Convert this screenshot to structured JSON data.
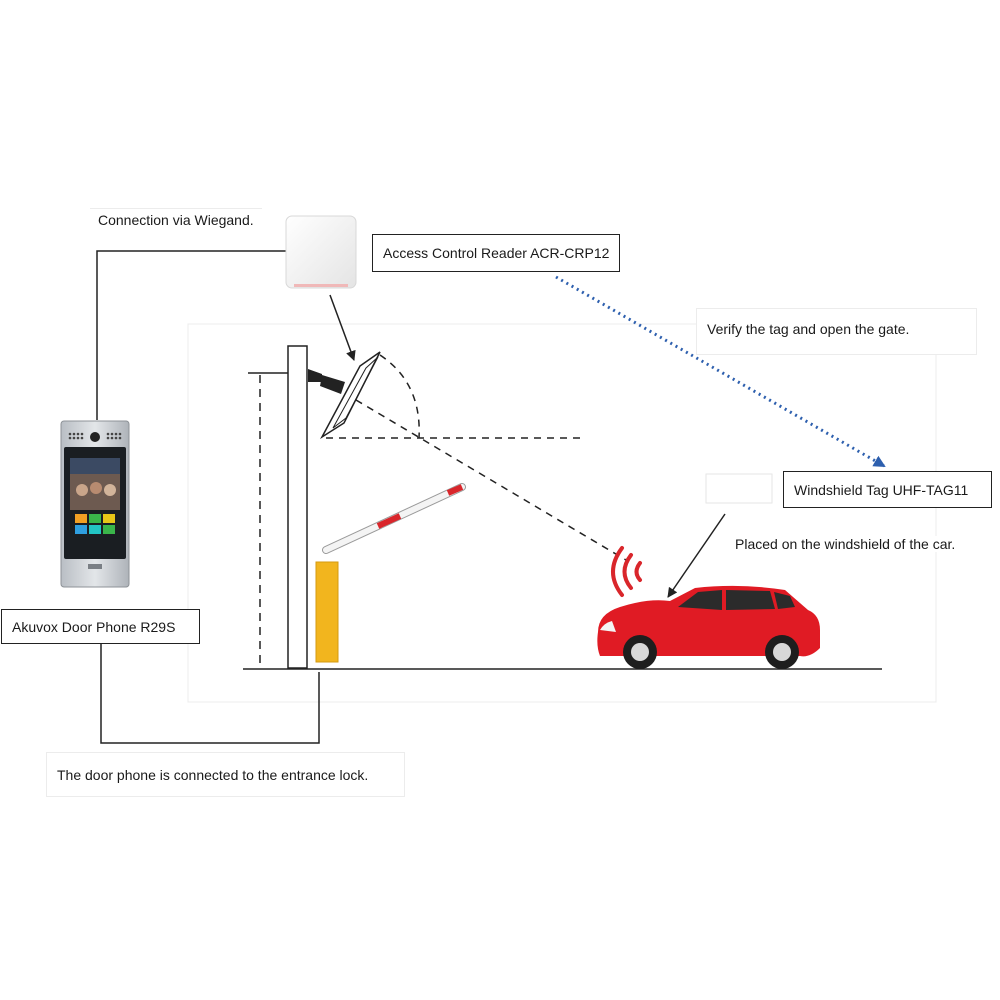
{
  "labels": {
    "wiegand": "Connection via Wiegand.",
    "reader": "Access Control Reader ACR-CRP12",
    "verify": "Verify the tag and open the gate.",
    "tag": "Windshield Tag UHF-TAG11",
    "placed": "Placed on the windshield of the car.",
    "door_phone": "Akuvox Door Phone R29S",
    "connected": "The door phone is connected to the entrance lock."
  },
  "icons": {
    "reader": "rfid-reader-icon",
    "door_phone": "door-phone-icon",
    "tag": "windshield-tag-icon",
    "car": "car-icon",
    "barrier": "boom-barrier-icon",
    "signal": "radio-signal-icon"
  },
  "colors": {
    "car": "#e01b24",
    "barrier_stripe": "#d9262b",
    "barrier_cabinet": "#f2b51e",
    "verify_arrow": "#2d5fae",
    "signal": "#d9262b",
    "lines": "#222222"
  }
}
